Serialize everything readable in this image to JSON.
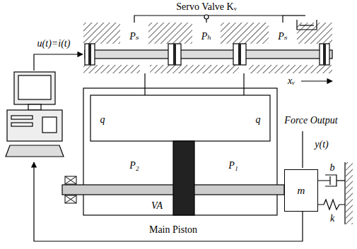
{
  "diagram": {
    "nodes": [
      {
        "text": [
          "m"
        ]
      }
    ],
    "labels": [
      "Servo Valve Kᵥ",
      "Pₛ",
      "Pₕ",
      "Pₛ",
      "u(t)=i(t)",
      "xᵥ",
      "q",
      "q",
      "P₂",
      "P₁",
      "VA",
      "Main Piston",
      "Force Output",
      "y(t)",
      "b",
      "k"
    ]
  }
}
